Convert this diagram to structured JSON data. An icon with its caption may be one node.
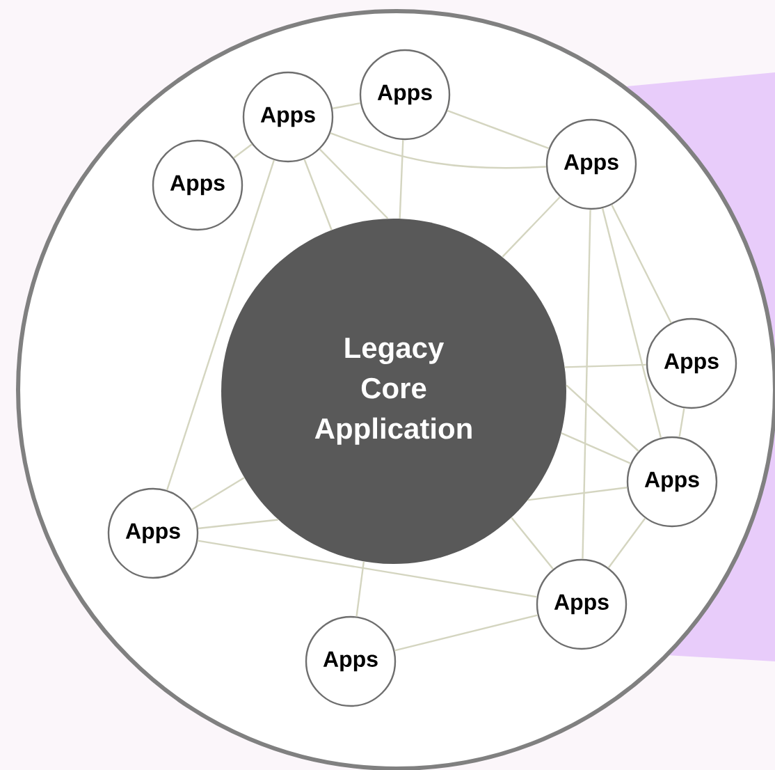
{
  "diagram": {
    "nodes": [
      {
        "text": [],
        "shape": "circle"
      },
      {
        "text": [
          "Legacy Core Application"
        ],
        "in": 0
      },
      {
        "text": [
          "Apps"
        ],
        "in": 0
      },
      {
        "text": [
          "Apps"
        ],
        "in": 0
      },
      {
        "text": [
          "Apps"
        ],
        "in": 0
      },
      {
        "text": [
          "Apps"
        ],
        "in": 0
      },
      {
        "text": [
          "Apps"
        ],
        "in": 0
      },
      {
        "text": [
          "Apps"
        ],
        "in": 0
      },
      {
        "text": [
          "Apps"
        ],
        "in": 0
      },
      {
        "text": [
          "Apps"
        ],
        "in": 0
      },
      {
        "text": [
          "Apps"
        ],
        "in": 0
      }
    ],
    "edges": [
      {
        "from": 3,
        "to": 2,
        "arrow": "none"
      },
      {
        "from": 3,
        "to": 4,
        "arrow": "none"
      },
      {
        "from": 3,
        "to": 5,
        "arrow": "none"
      },
      {
        "from": 4,
        "to": 5,
        "arrow": "none"
      },
      {
        "from": 3,
        "to": 1,
        "arrow": "none"
      },
      {
        "from": 3,
        "to": 1,
        "arrow": "none"
      },
      {
        "from": 3,
        "to": 10,
        "arrow": "none"
      },
      {
        "from": 4,
        "to": 1,
        "arrow": "none"
      },
      {
        "from": 1,
        "to": 9,
        "arrow": "none"
      },
      {
        "from": 5,
        "to": 1,
        "arrow": "none"
      },
      {
        "from": 1,
        "to": 10,
        "arrow": "none"
      },
      {
        "from": 5,
        "to": 8,
        "arrow": "none"
      },
      {
        "from": 5,
        "to": 7,
        "arrow": "none"
      },
      {
        "from": 5,
        "to": 6,
        "arrow": "none"
      },
      {
        "from": 6,
        "to": 1,
        "arrow": "none"
      },
      {
        "from": 6,
        "to": 7,
        "arrow": "none"
      },
      {
        "from": 1,
        "to": 7,
        "arrow": "none"
      },
      {
        "from": 1,
        "to": 7,
        "arrow": "none"
      },
      {
        "from": 10,
        "to": 1,
        "arrow": "none"
      },
      {
        "from": 1,
        "to": 7,
        "arrow": "none"
      },
      {
        "from": 10,
        "to": 8,
        "arrow": "none"
      },
      {
        "from": 8,
        "to": 1,
        "arrow": "none"
      },
      {
        "from": 8,
        "to": 7,
        "arrow": "none"
      },
      {
        "from": 8,
        "to": 9,
        "arrow": "none"
      }
    ]
  }
}
